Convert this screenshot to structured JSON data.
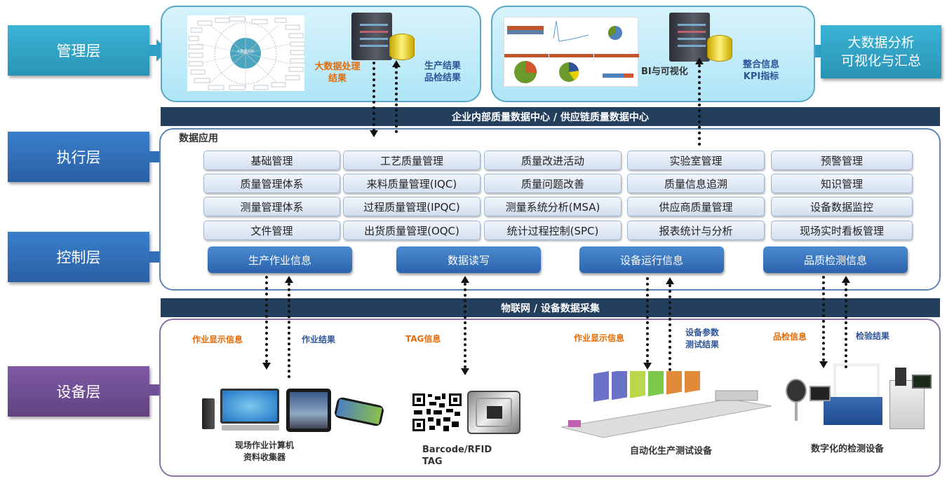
{
  "layers": {
    "management": "管理层",
    "execution": "执行层",
    "control": "控制层",
    "device": "设备层",
    "right_label_line1": "大数据分析",
    "right_label_line2": "可视化与汇总"
  },
  "management_panel": {
    "left": {
      "diagram_center": "大数据分析",
      "processing_label_line1": "大数据处理",
      "processing_label_line2": "结果",
      "results_line1": "生产结果",
      "results_line2": "品检结果"
    },
    "right": {
      "bi_label": "BI与可视化",
      "integrated_line1": "整合信息",
      "integrated_line2": "KPI指标"
    }
  },
  "bars": {
    "data_center": "企业内部质量数据中心 / 供应链质量数据中心",
    "iot": "物联网 / 设备数据采集"
  },
  "execution_panel": {
    "title": "数据应用",
    "columns": [
      [
        "基础管理",
        "质量管理体系",
        "测量管理体系",
        "文件管理"
      ],
      [
        "工艺质量管理",
        "来料质量管理(IQC)",
        "过程质量管理(IPQC)",
        "出货质量管理(OQC)"
      ],
      [
        "质量改进活动",
        "质量问题改善",
        "测量系统分析(MSA)",
        "统计过程控制(SPC)"
      ],
      [
        "实验室管理",
        "质量信息追溯",
        "供应商质量管理",
        "报表统计与分析"
      ],
      [
        "预警管理",
        "知识管理",
        "设备数据监控",
        "现场实时看板管理"
      ]
    ],
    "control_buttons": [
      "生产作业信息",
      "数据读写",
      "设备运行信息",
      "品质检测信息"
    ]
  },
  "device_panel": {
    "flow_labels": {
      "job_display_1": "作业显示信息",
      "job_result": "作业结果",
      "tag_info": "TAG信息",
      "job_display_2": "作业显示信息",
      "device_params_line1": "设备参数",
      "device_params_line2": "测试结果",
      "inspection_info": "品检信息",
      "inspection_result": "检验结果"
    },
    "devices": {
      "computers_line1": "现场作业计算机",
      "computers_line2": "资料收集器",
      "barcode_line1": "Barcode/RFID",
      "barcode_line2": "TAG",
      "automation": "自动化生产测试设备",
      "inspection": "数字化的检测设备"
    }
  },
  "colors": {
    "teal": "#3bb4d6",
    "blue": "#2f6db5",
    "purple": "#71509a",
    "navy_bar": "#243f5e",
    "orange_text": "#e36c0a",
    "navy_text": "#2f5597"
  }
}
